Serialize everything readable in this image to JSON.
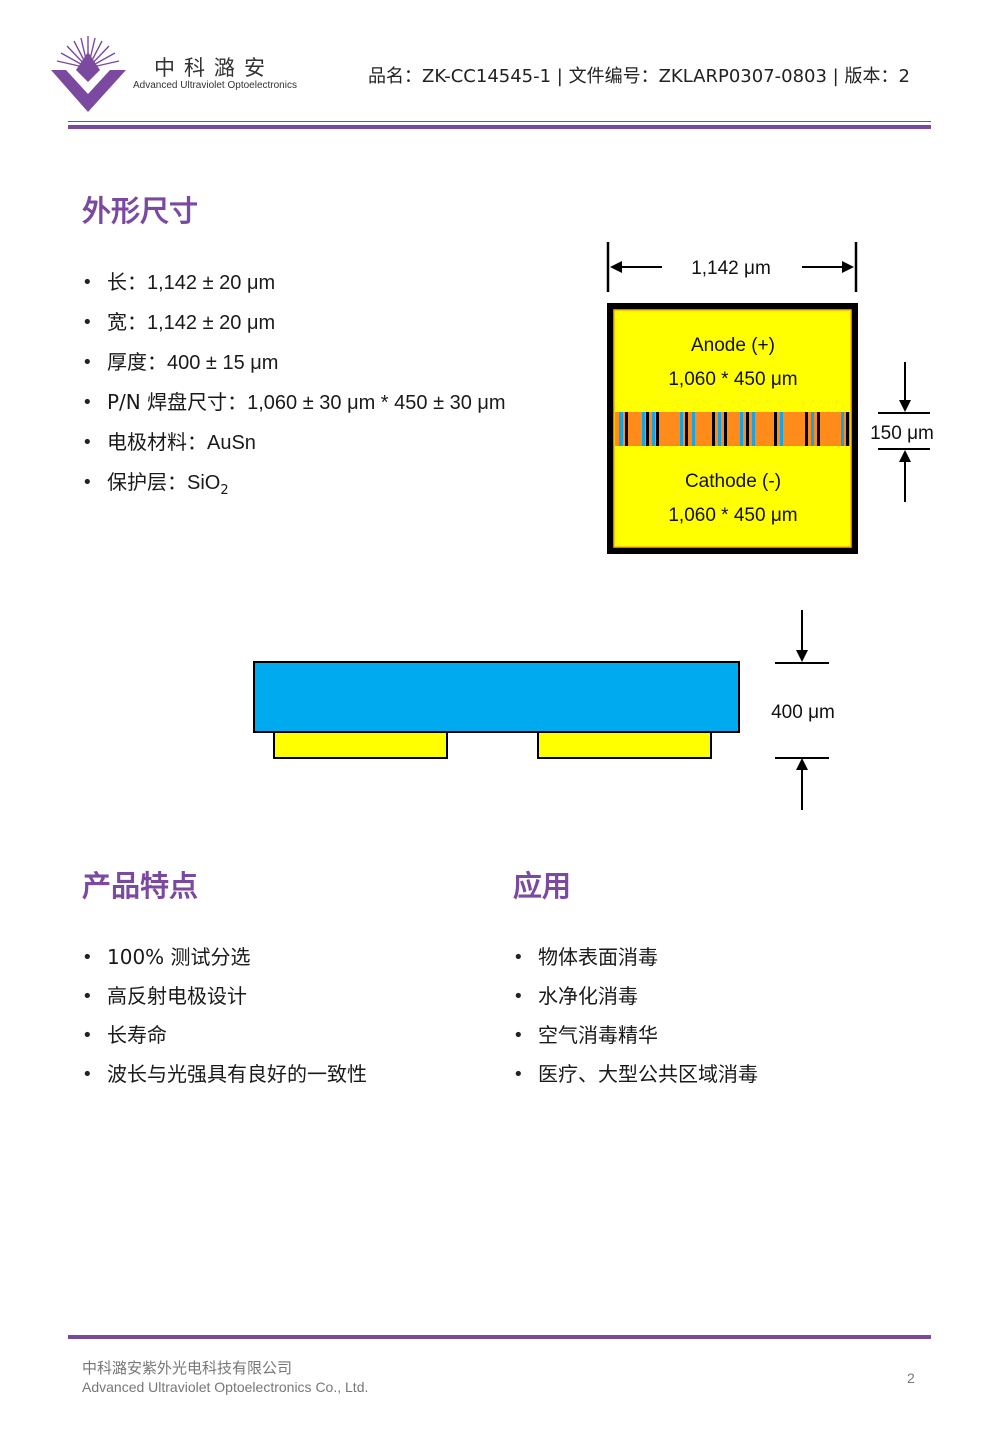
{
  "header": {
    "company_cn": "中科潞安",
    "company_en": "Advanced Ultraviolet Optoelectronics",
    "doc_info": "品名：ZK-CC14545-1 | 文件编号：ZKLARP0307-0803 | 版本：2"
  },
  "dimensions": {
    "heading": "外形尺寸",
    "items": [
      {
        "label": "长：",
        "value": "1,142 ± 20 μm"
      },
      {
        "label": "宽：",
        "value": "1,142 ± 20 μm"
      },
      {
        "label": "厚度：",
        "value": "400 ± 15 μm"
      },
      {
        "label": "P/N 焊盘尺寸：",
        "value": "1,060 ± 30 μm * 450 ± 30 μm"
      },
      {
        "label": "电极材料：",
        "value": "AuSn"
      },
      {
        "label": "保护层：",
        "value": "SiO",
        "subscript": "2"
      }
    ]
  },
  "top_view": {
    "width_label": "1,142 μm",
    "anode_label": "Anode (+)",
    "anode_size": "1,060 * 450 μm",
    "cathode_label": "Cathode (-)",
    "cathode_size": "1,060 * 450 μm",
    "gap_label": "150 μm",
    "colors": {
      "pad": "#ffff00",
      "frame": "#000000",
      "gap_orange": "#ff8c1a",
      "gap_blue": "#1aa3e0"
    }
  },
  "side_view": {
    "thickness_label": "400 μm",
    "colors": {
      "substrate": "#00aaee",
      "pads": "#ffff00"
    }
  },
  "features": {
    "heading": "产品特点",
    "items": [
      "100% 测试分选",
      "高反射电极设计",
      "长寿命",
      "波长与光强具有良好的一致性"
    ]
  },
  "applications": {
    "heading": "应用",
    "items": [
      "物体表面消毒",
      "水净化消毒",
      "空气消毒精华",
      "医疗、大型公共区域消毒"
    ]
  },
  "footer": {
    "company_cn": "中科潞安紫外光电科技有限公司",
    "company_en": "Advanced Ultraviolet Optoelectronics Co., Ltd.",
    "page_number": "2"
  },
  "brand_color": "#7b4aa0"
}
